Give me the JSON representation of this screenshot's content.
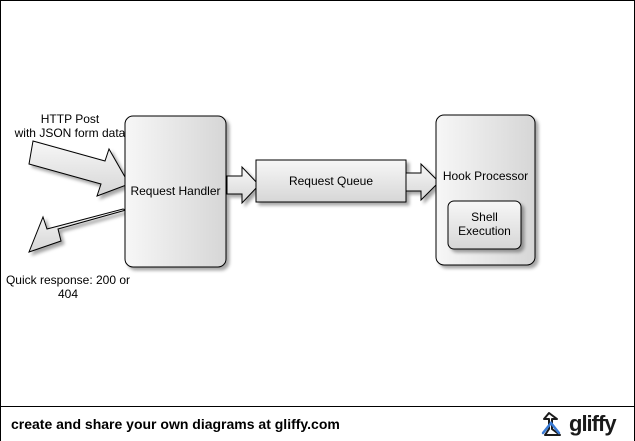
{
  "diagram": {
    "input": {
      "lines": [
        "HTTP Post",
        "with JSON form data"
      ]
    },
    "output": {
      "lines": [
        "Quick response: 200 or",
        "404"
      ]
    },
    "nodes": {
      "request_handler": "Request Handler",
      "request_queue": "Request Queue",
      "hook_processor": "Hook Processor",
      "shell_execution": [
        "Shell",
        "Execution"
      ]
    }
  },
  "footer": {
    "text": "create and share your own diagrams at gliffy.com",
    "logo_text": "gliffy"
  },
  "colors": {
    "shape_fill_light": "#f4f4f4",
    "shape_fill_dark": "#d8d8d8",
    "stroke": "#000000"
  }
}
